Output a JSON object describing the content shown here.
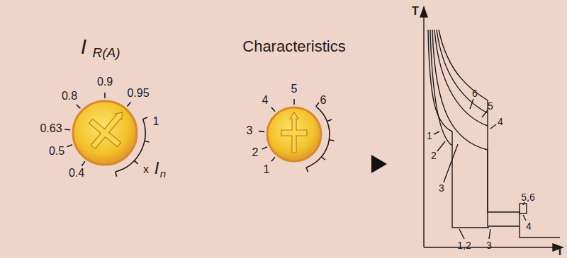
{
  "diagram": {
    "labels": [
      "I",
      "R(A)",
      "0.4",
      "0.5",
      "0.63",
      "0.8",
      "0.9",
      "0.95",
      "1",
      "x",
      "I",
      "n",
      "Characteristics",
      "1",
      "2",
      "3",
      "4",
      "5",
      "6",
      "T",
      "I",
      "6",
      "5",
      "4",
      "1",
      "2",
      "3",
      "1,2",
      "3",
      "5,6",
      "4"
    ]
  }
}
